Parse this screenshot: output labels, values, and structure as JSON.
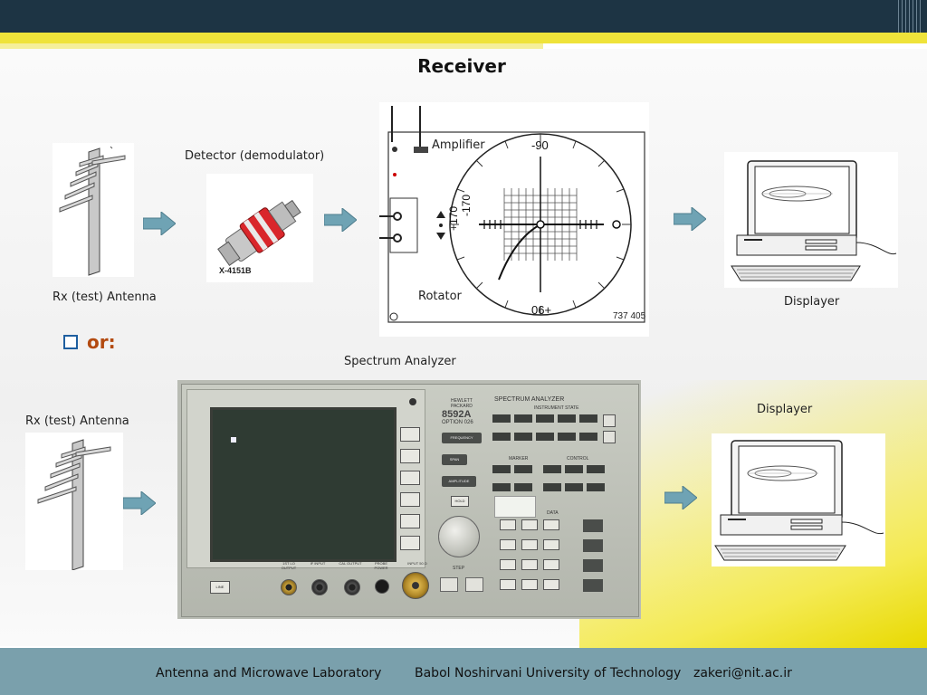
{
  "slide": {
    "title": "Receiver",
    "or_label": "or:"
  },
  "labels": {
    "detector": "Detector (demodulator)",
    "detector_part": "X-4151B",
    "rx_antenna_top": "Rx (test) Antenna",
    "amplifier": "Amplifier",
    "rotator": "Rotator",
    "displayer_top": "Displayer",
    "spectrum_analyzer": "Spectrum Analyzer",
    "rx_antenna_bottom": "Rx (test) Antenna",
    "displayer_bottom": "Displayer"
  },
  "rotator_dial": {
    "top": "-90",
    "bottom": "06+",
    "left": "+170",
    "left2": "-170",
    "model_number": "737 405"
  },
  "analyzer": {
    "brand": "HEWLETT PACKARD",
    "heading": "SPECTRUM ANALYZER",
    "model": "8592A",
    "option": "OPTION 026",
    "section_state": "INSTRUMENT STATE",
    "section_marker": "MARKER",
    "section_control": "CONTROL",
    "section_data": "DATA",
    "btn_frequency": "FREQUENCY",
    "btn_span": "SPAN",
    "btn_amplitude": "AMPLITUDE",
    "btn_hold": "HOLD",
    "port_lo": "1ST LO OUTPUT",
    "port_if": "IF INPUT",
    "port_cal": "CAL OUTPUT",
    "port_probe": "PROBE POWER",
    "port_input": "INPUT 50 Ω",
    "btn_step": "STEP",
    "btn_line": "LINE"
  },
  "footer": {
    "lab": "Antenna and Microwave Laboratory",
    "university": "Babol Noshirvani University of Technology",
    "email": "zakeri@nit.ac.ir"
  },
  "colors": {
    "header_bar": "#1d3444",
    "accent_yellow": "#efe33a",
    "footer_bar": "#7aa0ac",
    "flow_arrow": "#6fa3b4",
    "or_text": "#b34a10"
  }
}
